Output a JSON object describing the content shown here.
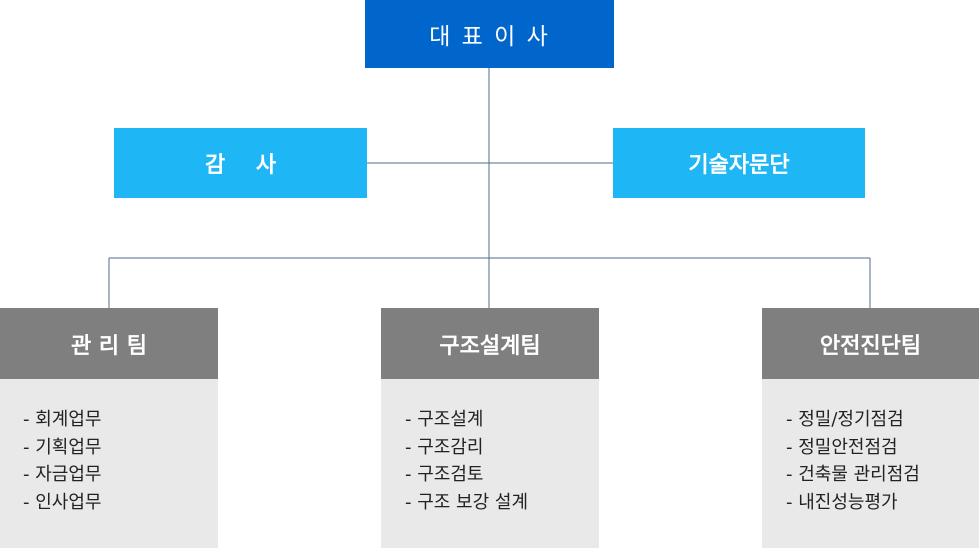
{
  "ceo": {
    "label": "대 표 이 사"
  },
  "audit": {
    "label": "감    사"
  },
  "advisory": {
    "label": "기술자문단"
  },
  "teams": [
    {
      "name": "관 리 팀",
      "tasks": [
        "- 회계업무",
        "- 기획업무",
        "- 자금업무",
        "- 인사업무"
      ]
    },
    {
      "name": "구조설계팀",
      "tasks": [
        "- 구조설계",
        "- 구조감리",
        "- 구조검토",
        "- 구조 보강 설계"
      ]
    },
    {
      "name": "안전진단팀",
      "tasks": [
        "- 정밀/정기점검",
        "- 정밀안전점검",
        "- 건축물 관리점검",
        "- 내진성능평가"
      ]
    }
  ],
  "colors": {
    "ceo": "#0066cc",
    "side_units": "#1fb6f5",
    "team_header": "#7f7f7f",
    "team_body": "#e9e9e9",
    "connector": "#4f6d8f"
  }
}
